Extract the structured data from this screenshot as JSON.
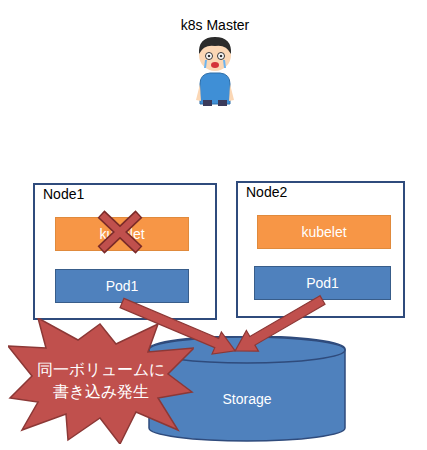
{
  "diagram": {
    "nodes": [
      {
        "text": [
          "Node1"
        ]
      },
      {
        "text": [
          "kubelet"
        ],
        "in": 0
      },
      {
        "text": [
          "Pod1"
        ],
        "in": 0
      },
      {
        "text": [
          "Node2"
        ]
      },
      {
        "text": [
          "kubelet"
        ],
        "in": 3
      },
      {
        "text": [
          "Pod1"
        ],
        "in": 3
      },
      {
        "text": [
          "Storage"
        ]
      },
      {
        "text": [
          "同一ボリュームに 書き込み発生"
        ]
      }
    ],
    "edges": [
      {
        "from": 2,
        "to": 6,
        "arrow": "to"
      },
      {
        "from": 5,
        "to": 6,
        "arrow": "to"
      }
    ],
    "labels": [
      "k8s Master"
    ]
  }
}
